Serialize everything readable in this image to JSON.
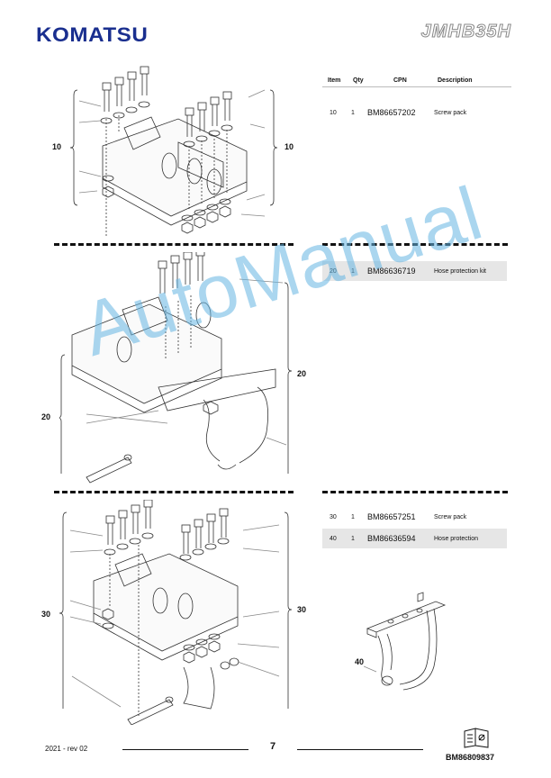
{
  "header": {
    "brand": "KOMATSU",
    "model": "JMHB35H"
  },
  "table": {
    "headers": {
      "item": "Item",
      "qty": "Qty",
      "cpn": "CPN",
      "description": "Description"
    },
    "rows": [
      {
        "item": "10",
        "qty": "1",
        "cpn": "BM86657202",
        "description": "Screw pack",
        "shaded": false
      },
      {
        "item": "20",
        "qty": "1",
        "cpn": "BM86636719",
        "description": "Hose protection kit",
        "shaded": true
      },
      {
        "item": "30",
        "qty": "1",
        "cpn": "BM86657251",
        "description": "Screw pack",
        "shaded": false
      },
      {
        "item": "40",
        "qty": "1",
        "cpn": "BM86636594",
        "description": "Hose protection",
        "shaded": true
      }
    ]
  },
  "callouts": {
    "fig1_left": "10",
    "fig1_right": "10",
    "fig2_left": "20",
    "fig2_right": "20",
    "fig3_left": "30",
    "fig3_right": "30",
    "fig4": "40"
  },
  "watermark": "AutoManual",
  "footer": {
    "date": "2021 -  rev 02",
    "page": "7",
    "doc_number": "BM86809837"
  }
}
